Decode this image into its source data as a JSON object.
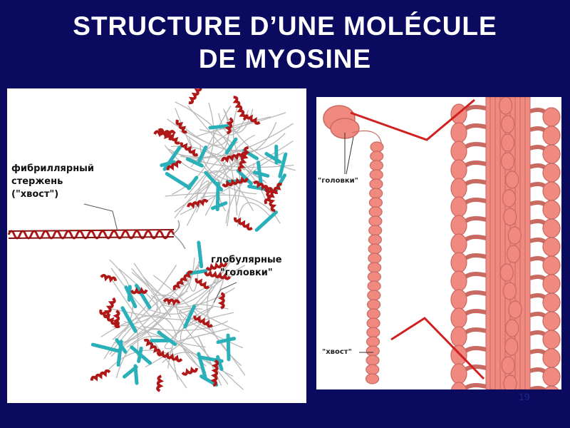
{
  "slide": {
    "title_line1": "STRUCTURE D’UNE MOLÉCULE",
    "title_line2": "DE MYOSINE",
    "page_number": "19"
  },
  "left_figure": {
    "tail_label_line1": "фибриллярный",
    "tail_label_line2": "стержень",
    "tail_label_line3": "(\"хвост\")",
    "heads_label_line1": "глобулярные",
    "heads_label_line2": "\"головки\""
  },
  "right_figure": {
    "heads_label": "\"головки\"",
    "tail_label": "\"хвост\""
  },
  "colors": {
    "background": "#0a0a5e",
    "helix_red": "#b01818",
    "sheet_cyan": "#2ab0b8",
    "myosin_pink": "#f08a80",
    "outline_red": "#c02020"
  }
}
